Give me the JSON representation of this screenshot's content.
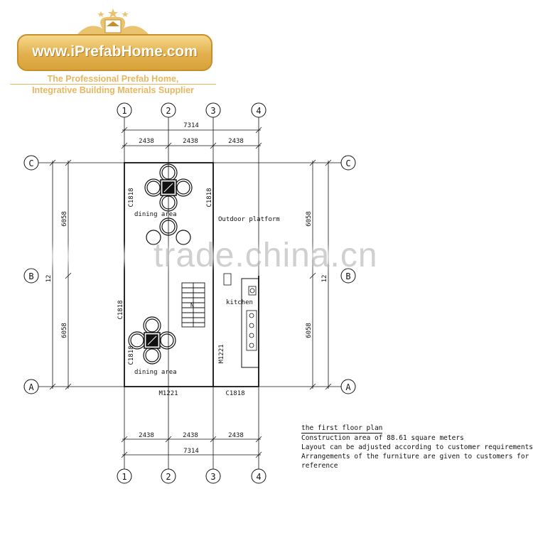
{
  "logo": {
    "url": "www.iPrefabHome.com",
    "line1": "The Professional Prefab Home,",
    "line2": "Integrative Building Materials Supplier"
  },
  "grid": {
    "cols": [
      "1",
      "2",
      "3",
      "4"
    ],
    "rows": [
      "C",
      "B",
      "A"
    ]
  },
  "dimensions": {
    "top_total": "7314",
    "top_bays": [
      "2438",
      "2438",
      "2438"
    ],
    "bottom_bays": [
      "2438",
      "2438",
      "2438"
    ],
    "bottom_total": "7314",
    "left_bays": [
      "6058",
      "6058"
    ],
    "left_total": "12",
    "right_bays": [
      "6058",
      "6058"
    ],
    "right_total": "12"
  },
  "labels": {
    "dining_top": "dining area",
    "dining_bottom": "dining area",
    "outdoor": "Outdoor platform",
    "kitchen": "kitchen",
    "stair_arrow": "N"
  },
  "tags": {
    "c1818_a": "C1818",
    "c1818_b": "C1818",
    "c1818_c": "C1818",
    "c1818_d": "C1818",
    "c1818_bottom": "C1818",
    "m1221_right": "M1221",
    "m1221_bottom": "M1221"
  },
  "notes": {
    "title": "the first floor plan",
    "line1": "Construction area of 88.61 square meters",
    "line2": "Layout can be adjusted according to customer requirements",
    "line3": "Arrangements of the furniture are given to customers for reference"
  },
  "watermark": "trade.china.cn"
}
